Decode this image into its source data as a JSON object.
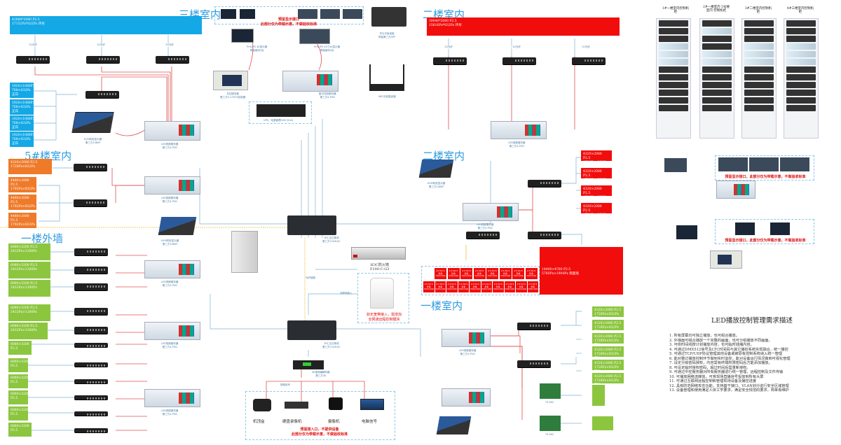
{
  "sections": {
    "floor3": "三楼室内",
    "floor2": "二楼室内",
    "building5": "5#楼室内",
    "outer_wall": "一楼外墙",
    "floor1_a": "二楼室内",
    "floor1": "一楼室内"
  },
  "screens": {
    "floor3_main": [
      "42880*2080 P2.5",
      "17152Px*832Px 环形"
    ],
    "floor2_main": [
      "39040*2080 P2.5",
      "15616Px*832Px 环形"
    ],
    "floor3_small": [
      "1920×1080P2.5",
      "768×432Px 正向",
      "1920×1080P2.5",
      "768×432Px 正向",
      "1920×1080P2.5",
      "768×432Px 正向",
      "1920×1080P2.5",
      "768×432Px 正向"
    ],
    "b5": [
      "4320×2080 P2.5",
      "1728Px×832Px",
      "4480×2080 P2.5",
      "1792Px×832Px",
      "4480×2080 P2.5",
      "1792Px×832Px",
      "4480×2080 P2.5",
      "1792Px×832Px"
    ],
    "outer": [
      "6080×3200 P2.5",
      "2432Px×1280Px"
    ],
    "floor2_side": [
      "4320×2080 P2.5",
      "1728Px×832Px 圆柱"
    ],
    "floor1_big": [
      "14400×4760 P2.5",
      "5760Px×1904Px 南面墙"
    ],
    "floor1_green": [
      "4320×2080 P2.5",
      "1728Px×832Px 圆柱"
    ],
    "tile": [
      "2.5 P2.5",
      "长条",
      "720×240"
    ]
  },
  "labels": {
    "fiber": "1G光纤",
    "receiver": "S20",
    "led_server": "LED视频服务器",
    "led_server_sub": "第三方4-PVD",
    "kvm": "KVM机柜显示器",
    "kvm_sub": "第三方1080P",
    "control_server": "总控服务器",
    "control_server_sub": "第三方G-CT87K控制器",
    "matrix_server": "集中控制服务器",
    "matrix_server_sub": "第三方4-PVD",
    "ups": "UPS、电源管理SVM 3kVA",
    "switch": "1P汇合交换机",
    "switch_sub": "第三方12GE/4C",
    "firewall": "H3C防火墙",
    "firewall_model": "F100-C-G3",
    "wifi": "WiFi无线路由器",
    "tablet": "华为平板电脑",
    "tablet_sub": "预装第三方APP",
    "monitor1": "PHILIPS 4K显示器",
    "monitor1_sub": "预装使用3台",
    "monitor2": "PHILIPS 55寸4K显示器",
    "monitor2_sub": "预装使用4台",
    "encoder": "4K视频编解码器",
    "encoder_sub": "第三方4K",
    "video_signal": "视频信号",
    "fiber_trunk": "光纤链路",
    "network": "互联网接入",
    "sender_card": "TS 802"
  },
  "annotations": {
    "reserve_top": [
      "预留显示接口",
      "此部分仅为带载示意，不做验收标准"
    ],
    "wireless": [
      "如无宽带接入，需增加",
      "全网通远程控制模块"
    ],
    "reserve_bottom": [
      "预留接入口，不提供设备",
      "此部分仅为带载示意，不做验收标准"
    ],
    "reserve_right": "预留显示接口，此部分仅为带载示意，不做验收标准"
  },
  "sources": [
    "机顶盒",
    "硬盘录像机",
    "摄像机",
    "电脑信号"
  ],
  "racks": [
    {
      "title": "1#一楼室内控制机柜"
    },
    {
      "title": "2#一楼室内 5号楼室内 控制机柜"
    },
    {
      "title": "3#二楼室内控制机柜"
    },
    {
      "title": "4#三楼室内控制机柜"
    }
  ],
  "requirements": {
    "title": "LED播放控制管理需求描述",
    "items": [
      "1. 所有屏幕均可独立播放，也可组合播放。",
      "2. 外墙面可组合播放一个完整的画面，也可分组播放不同画面。",
      "3. 可依时间线按计划播放内容，也可临时插播内容。",
      "4. 可通过DMX512信号及LTC时间码与其它播控系统实现融合，统一播控",
      "5. 可通过TCP/UDP协议管理其他设备或被原有控制系统纳入统一管理",
      "6. 能对整过播放控制环节做到实时监控，能对设备运行情况做到可视化管理",
      "7. 设定分级密码授权，内容需有终端权限密码后方能添加播放。",
      "8. 可设定临时授权密码，超过时间后需重新授权。",
      "9. 可通过中控服务器对所有服务器进行统一管理，远程控制及文件传输",
      "10. 可播放网络流媒体，可将现场直播信号投放到所有大屏",
      "11. 可通过互联网远程控制和管理现场设备及播控进度",
      "12. 具有防范网络攻击功能，支持基于接口、VLAN划分进行安全区域管理",
      "13. 设备管理和使用满足人体工学要求，满足安全规范的要求，简单易维护"
    ]
  }
}
